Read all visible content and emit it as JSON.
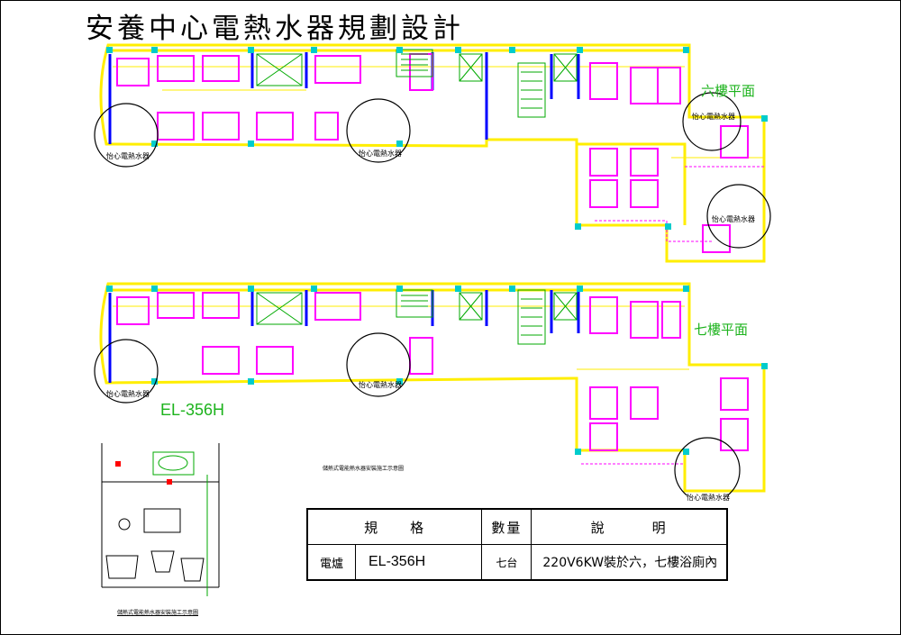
{
  "title": "安養中心電熱水器規劃設計",
  "floors": [
    {
      "label": "六樓平面"
    },
    {
      "label": "七樓平面"
    }
  ],
  "model_label": "EL-356H",
  "heater_note": "怡心電熱水器",
  "schematic_caption": "儲熱式電能熱水器安裝施工示意圖",
  "table": {
    "headers": [
      "規　　格",
      "數量",
      "說　　　明"
    ],
    "row": {
      "item": "電爐",
      "model": "EL-356H",
      "qty": "七台",
      "desc": "220V6KW裝於六，七樓浴廁內"
    }
  },
  "colors": {
    "wall": "#ffee00",
    "furniture": "#ff00ff",
    "column": "#00cccc",
    "structure": "#0000ff",
    "annotation": "#1db31d"
  }
}
